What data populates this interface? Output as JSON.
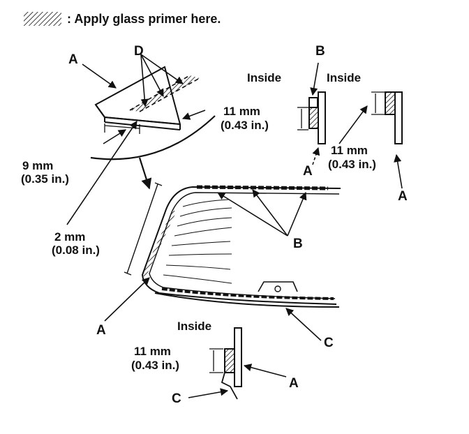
{
  "legend": {
    "text": ": Apply glass primer here."
  },
  "labels": {
    "A": "A",
    "B": "B",
    "C": "C",
    "D": "D",
    "inside": "Inside",
    "mm_11": "11 mm",
    "in_043": "(0.43 in.)",
    "mm_9": "9 mm",
    "in_035": "(0.35 in.)",
    "mm_2": "2 mm",
    "in_008": "(0.08 in.)"
  }
}
